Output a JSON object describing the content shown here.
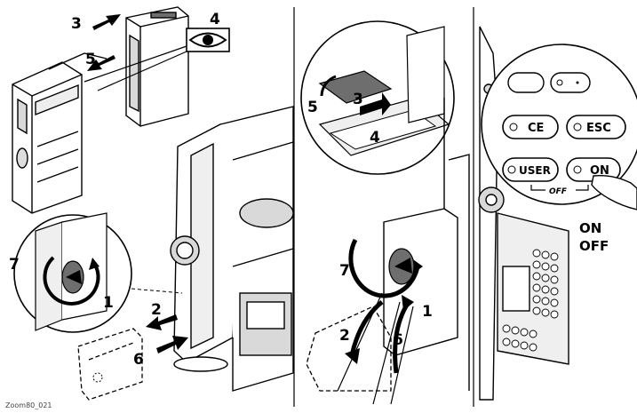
{
  "panel1": {
    "steps": [
      "3",
      "4",
      "5",
      "7",
      "1",
      "2",
      "6"
    ]
  },
  "panel2": {
    "steps": [
      "5",
      "3",
      "4",
      "7",
      "1",
      "2",
      "6"
    ]
  },
  "panel3": {
    "keys": [
      "CE",
      "ESC",
      "USER",
      "ON"
    ],
    "off_bracket": "OFF",
    "on_label": "ON",
    "off_label": "OFF"
  },
  "caption": "Zoom80_021",
  "colors": {
    "ink": "#000000",
    "paper": "#ffffff",
    "shade": "#d9d9d9",
    "dark": "#6e6e6e"
  }
}
